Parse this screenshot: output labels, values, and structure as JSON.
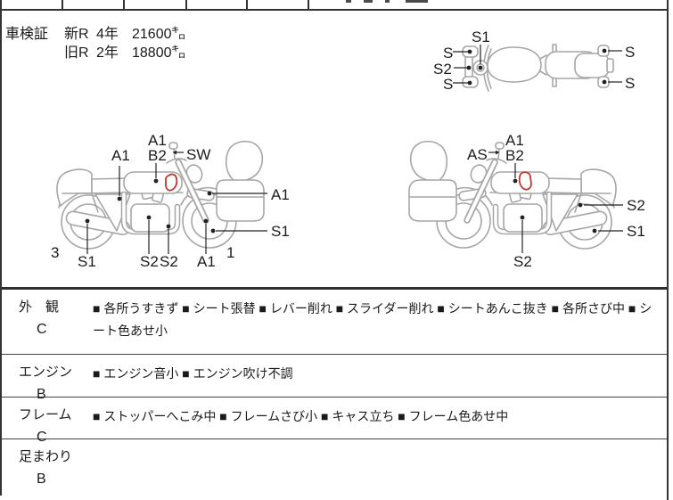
{
  "shaken": {
    "label": "車検証",
    "rows": [
      {
        "era": "新R",
        "years": "4年",
        "mileage": "21600㌔"
      },
      {
        "era": "旧R",
        "years": "2年",
        "mileage": "18800㌔"
      }
    ]
  },
  "diagrams": {
    "top_view": {
      "labels": [
        "S1",
        "S",
        "S2",
        "S",
        "S",
        "S"
      ]
    },
    "bike_right_facing": {
      "labels": [
        "A1",
        "A1",
        "B2",
        "SW",
        "A1",
        "S1",
        "A1",
        "1",
        "S2",
        "S2",
        "S1",
        "3"
      ]
    },
    "bike_left_facing": {
      "labels": [
        "AS",
        "A1",
        "B2",
        "S2",
        "S1",
        "S2"
      ]
    }
  },
  "inspection": {
    "sections": [
      {
        "name": "外　観",
        "grade": "C",
        "items": [
          "■ 各所うすきず",
          "■ シート張替",
          "■ レバー削れ",
          "■ スライダー削れ",
          "■ シートあんこ抜き",
          "■ 各所さび中",
          "■ シート色あせ小"
        ]
      },
      {
        "name": "エンジン",
        "grade": "B",
        "items": [
          "■ エンジン音小",
          "■ エンジン吹け不調"
        ]
      },
      {
        "name": "フレーム",
        "grade": "C",
        "items": [
          "■ ストッパーへこみ中",
          "■ フレームさび小",
          "■ キャス立ち",
          "■ フレーム色あせ中"
        ]
      },
      {
        "name": "足まわり",
        "grade": "B",
        "items": []
      }
    ]
  },
  "colors": {
    "table_line": "#333333",
    "artwork_line": "#a6a6a6",
    "damage_mark": "#c0392b",
    "text": "#1a1a1a"
  }
}
